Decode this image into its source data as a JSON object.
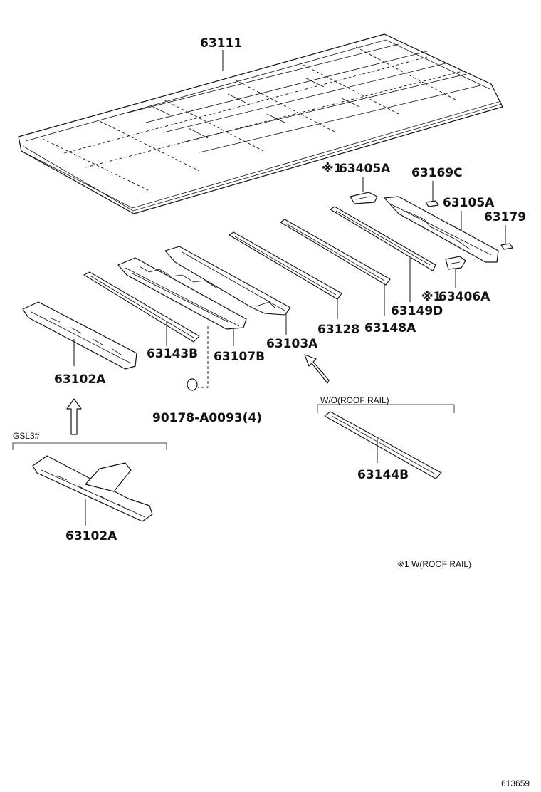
{
  "parts": {
    "roof_panel": "63111",
    "rail_63405A_mark": "※1",
    "rail_63405A": "63405A",
    "clip_63169C": "63169C",
    "rail_63105A": "63105A",
    "pad_63179": "63179",
    "bracket_63406A_mark": "※1",
    "bracket_63406A": "63406A",
    "bow_63149D": "63149D",
    "bow_63148A": "63148A",
    "bow_63128": "63128",
    "rail_63103A": "63103A",
    "rail_63107B": "63107B",
    "bow_63143B": "63143B",
    "rail_63102A_top": "63102A",
    "clip_90178": "90178-A0093(4)",
    "bow_63144B": "63144B",
    "rail_63102A_bottom": "63102A"
  },
  "notes": {
    "gsl3_group": "GSL3#",
    "wo_roof_rail_group": "W/O(ROOF RAIL)",
    "footnote": "※1 W(ROOF RAIL)",
    "diagram_id": "613659"
  }
}
